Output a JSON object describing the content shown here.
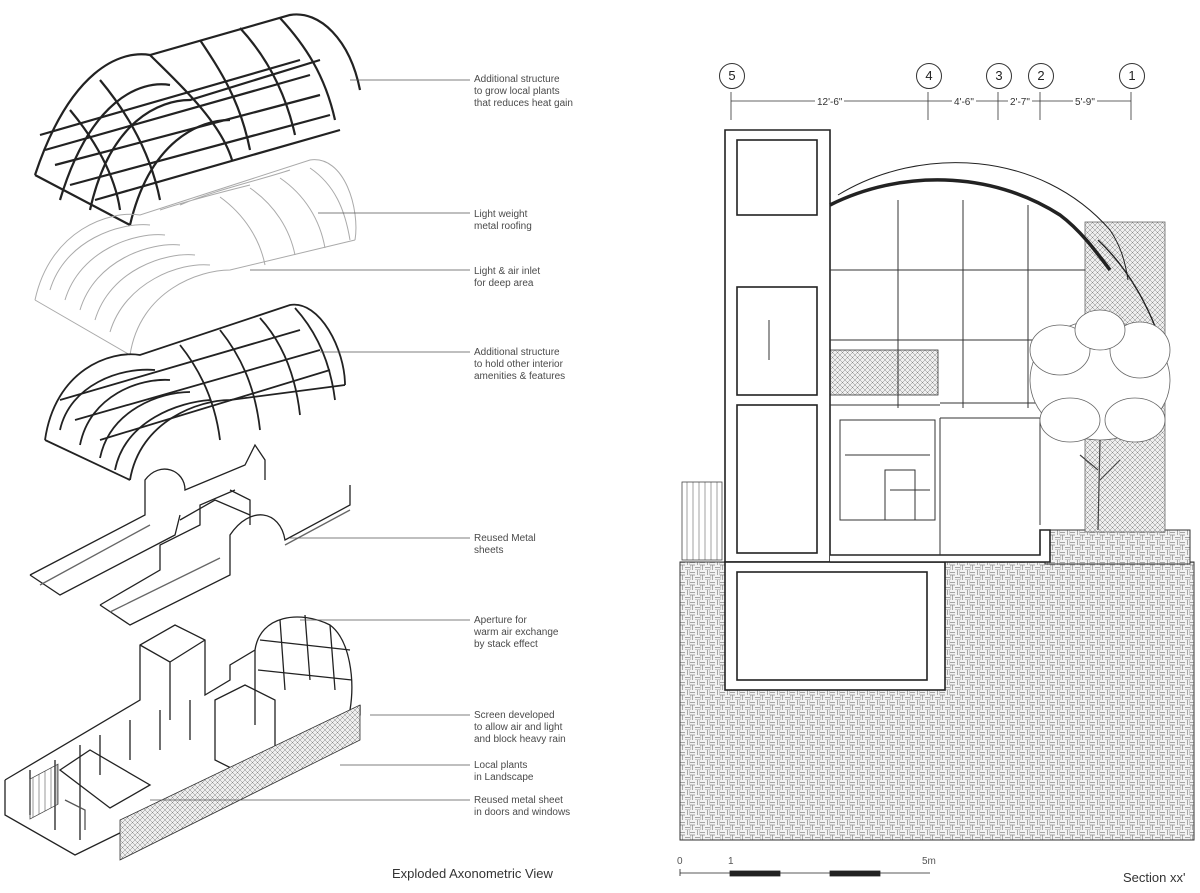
{
  "left": {
    "title": "Exploded Axonometric View",
    "callouts": [
      {
        "lines": [
          "Additional structure",
          "to grow local plants",
          "that reduces heat gain"
        ]
      },
      {
        "lines": [
          "Light weight",
          "metal roofing"
        ]
      },
      {
        "lines": [
          "Light & air inlet",
          "for deep area"
        ]
      },
      {
        "lines": [
          "Additional structure",
          "to hold other interior",
          "amenities & features"
        ]
      },
      {
        "lines": [
          "Reused Metal",
          "sheets"
        ]
      },
      {
        "lines": [
          "Aperture for",
          "warm air exchange",
          "by stack effect"
        ]
      },
      {
        "lines": [
          "Screen developed",
          "to allow air and light",
          "and block heavy rain"
        ]
      },
      {
        "lines": [
          "Local plants",
          "in Landscape"
        ]
      },
      {
        "lines": [
          "Reused metal sheet",
          "in doors and windows"
        ]
      }
    ]
  },
  "right": {
    "title": "Section xx'",
    "grid_marks": [
      "5",
      "4",
      "3",
      "2",
      "1"
    ],
    "dimensions": [
      "12'-6\"",
      "4'-6\"",
      "2'-7\"",
      "5'-9\""
    ],
    "scale": {
      "zero": "0",
      "one": "1",
      "five": "5m"
    }
  }
}
